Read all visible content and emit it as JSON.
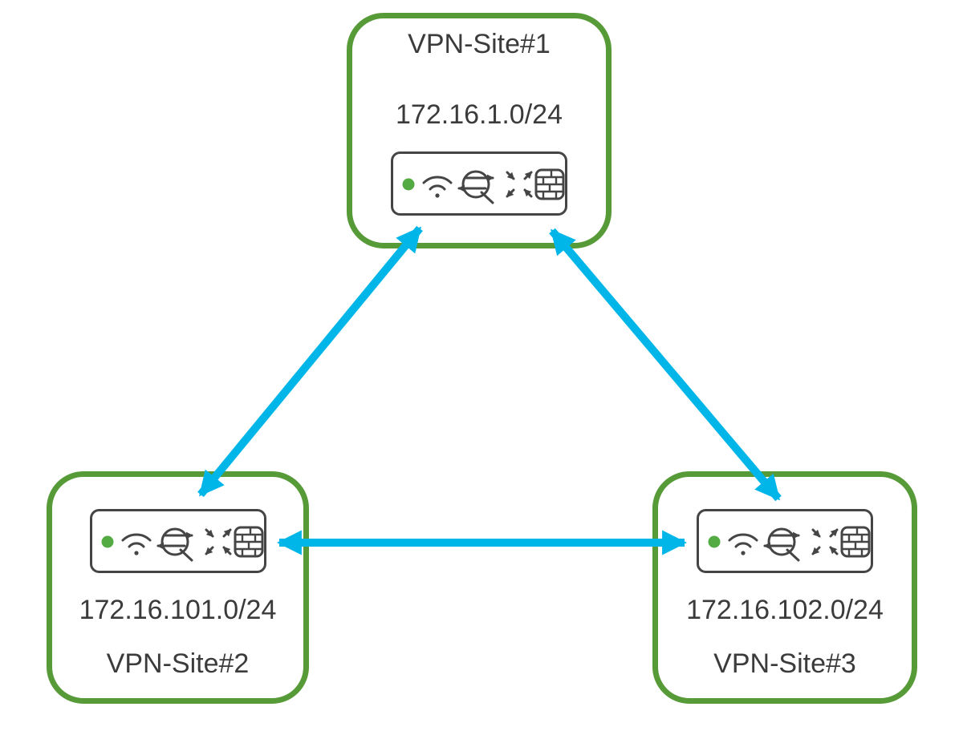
{
  "diagram": {
    "type": "network-topology",
    "sites": [
      {
        "name": "VPN-Site#1",
        "subnet": "172.16.1.0/24",
        "device": {
          "status_led": "green",
          "icons": [
            "status-led-icon",
            "wifi-icon",
            "router-icon",
            "switch-icon",
            "firewall-icon"
          ]
        }
      },
      {
        "name": "VPN-Site#2",
        "subnet": "172.16.101.0/24",
        "device": {
          "status_led": "green",
          "icons": [
            "status-led-icon",
            "wifi-icon",
            "router-icon",
            "switch-icon",
            "firewall-icon"
          ]
        }
      },
      {
        "name": "VPN-Site#3",
        "subnet": "172.16.102.0/24",
        "device": {
          "status_led": "green",
          "icons": [
            "status-led-icon",
            "wifi-icon",
            "router-icon",
            "switch-icon",
            "firewall-icon"
          ]
        }
      }
    ],
    "links": [
      {
        "from": "VPN-Site#1",
        "to": "VPN-Site#2",
        "style": "double-headed-arrow"
      },
      {
        "from": "VPN-Site#1",
        "to": "VPN-Site#3",
        "style": "double-headed-arrow"
      },
      {
        "from": "VPN-Site#2",
        "to": "VPN-Site#3",
        "style": "double-headed-arrow"
      }
    ],
    "colors": {
      "site_border": "#579a38",
      "link_arrow": "#00b6e8",
      "status_led": "#54ab44",
      "device_outline": "#454545",
      "text": "#3b3b3b",
      "background": "#ffffff"
    }
  }
}
